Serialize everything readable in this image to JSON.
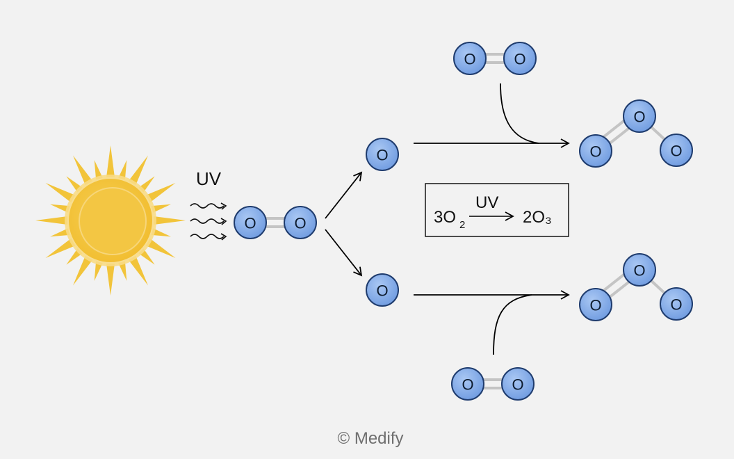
{
  "colors": {
    "background": "#f2f2f2",
    "atom_fill": "#7fa8e8",
    "atom_stroke": "#1f3c6e",
    "bond": "#c4c4c4",
    "sun_core": "#f4c43e",
    "sun_rays": "#f2c43a",
    "arrow": "#000000",
    "credit": "#6e6e6e"
  },
  "icons": {
    "sun": "sun-icon",
    "uv_waves": "uv-wave-icon"
  },
  "uv_label": "UV",
  "atom_symbol": "O",
  "equation": {
    "reactant_coef": "3O",
    "reactant_sub": "2",
    "condition": "UV",
    "product": "2O₃"
  },
  "credit": "© Medify"
}
